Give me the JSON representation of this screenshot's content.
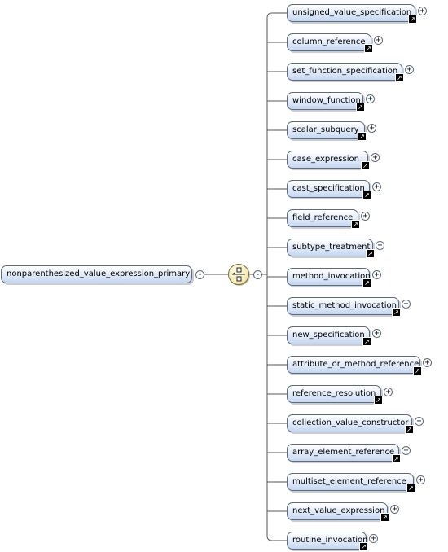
{
  "root": {
    "label": "nonparenthesized_value_expression_primary",
    "toggle": "-"
  },
  "compositor": {
    "kind": "choice",
    "icon": "choice-compositor-icon",
    "toggle": "-"
  },
  "children": [
    {
      "label": "unsigned_value_specification",
      "toggle": "+"
    },
    {
      "label": "column_reference",
      "toggle": "+"
    },
    {
      "label": "set_function_specification",
      "toggle": "+"
    },
    {
      "label": "window_function",
      "toggle": "+"
    },
    {
      "label": "scalar_subquery",
      "toggle": "+"
    },
    {
      "label": "case_expression",
      "toggle": "+"
    },
    {
      "label": "cast_specification",
      "toggle": "+"
    },
    {
      "label": "field_reference",
      "toggle": "+"
    },
    {
      "label": "subtype_treatment",
      "toggle": "+"
    },
    {
      "label": "method_invocation",
      "toggle": "+"
    },
    {
      "label": "static_method_invocation",
      "toggle": "+"
    },
    {
      "label": "new_specification",
      "toggle": "+"
    },
    {
      "label": "attribute_or_method_reference",
      "toggle": "+"
    },
    {
      "label": "reference_resolution",
      "toggle": "+"
    },
    {
      "label": "collection_value_constructor",
      "toggle": "+"
    },
    {
      "label": "array_element_reference",
      "toggle": "+"
    },
    {
      "label": "multiset_element_reference",
      "toggle": "+"
    },
    {
      "label": "next_value_expression",
      "toggle": "+"
    },
    {
      "label": "routine_invocation",
      "toggle": "+"
    }
  ],
  "icons": {
    "reference": "reference-arrow-icon",
    "expand": "expand-plus-icon",
    "collapse": "collapse-minus-icon"
  },
  "colors": {
    "node_fill": "#c6d6f1",
    "node_border": "#5f6b7d",
    "compositor_fill": "#f8eebd",
    "line": "#555555"
  }
}
